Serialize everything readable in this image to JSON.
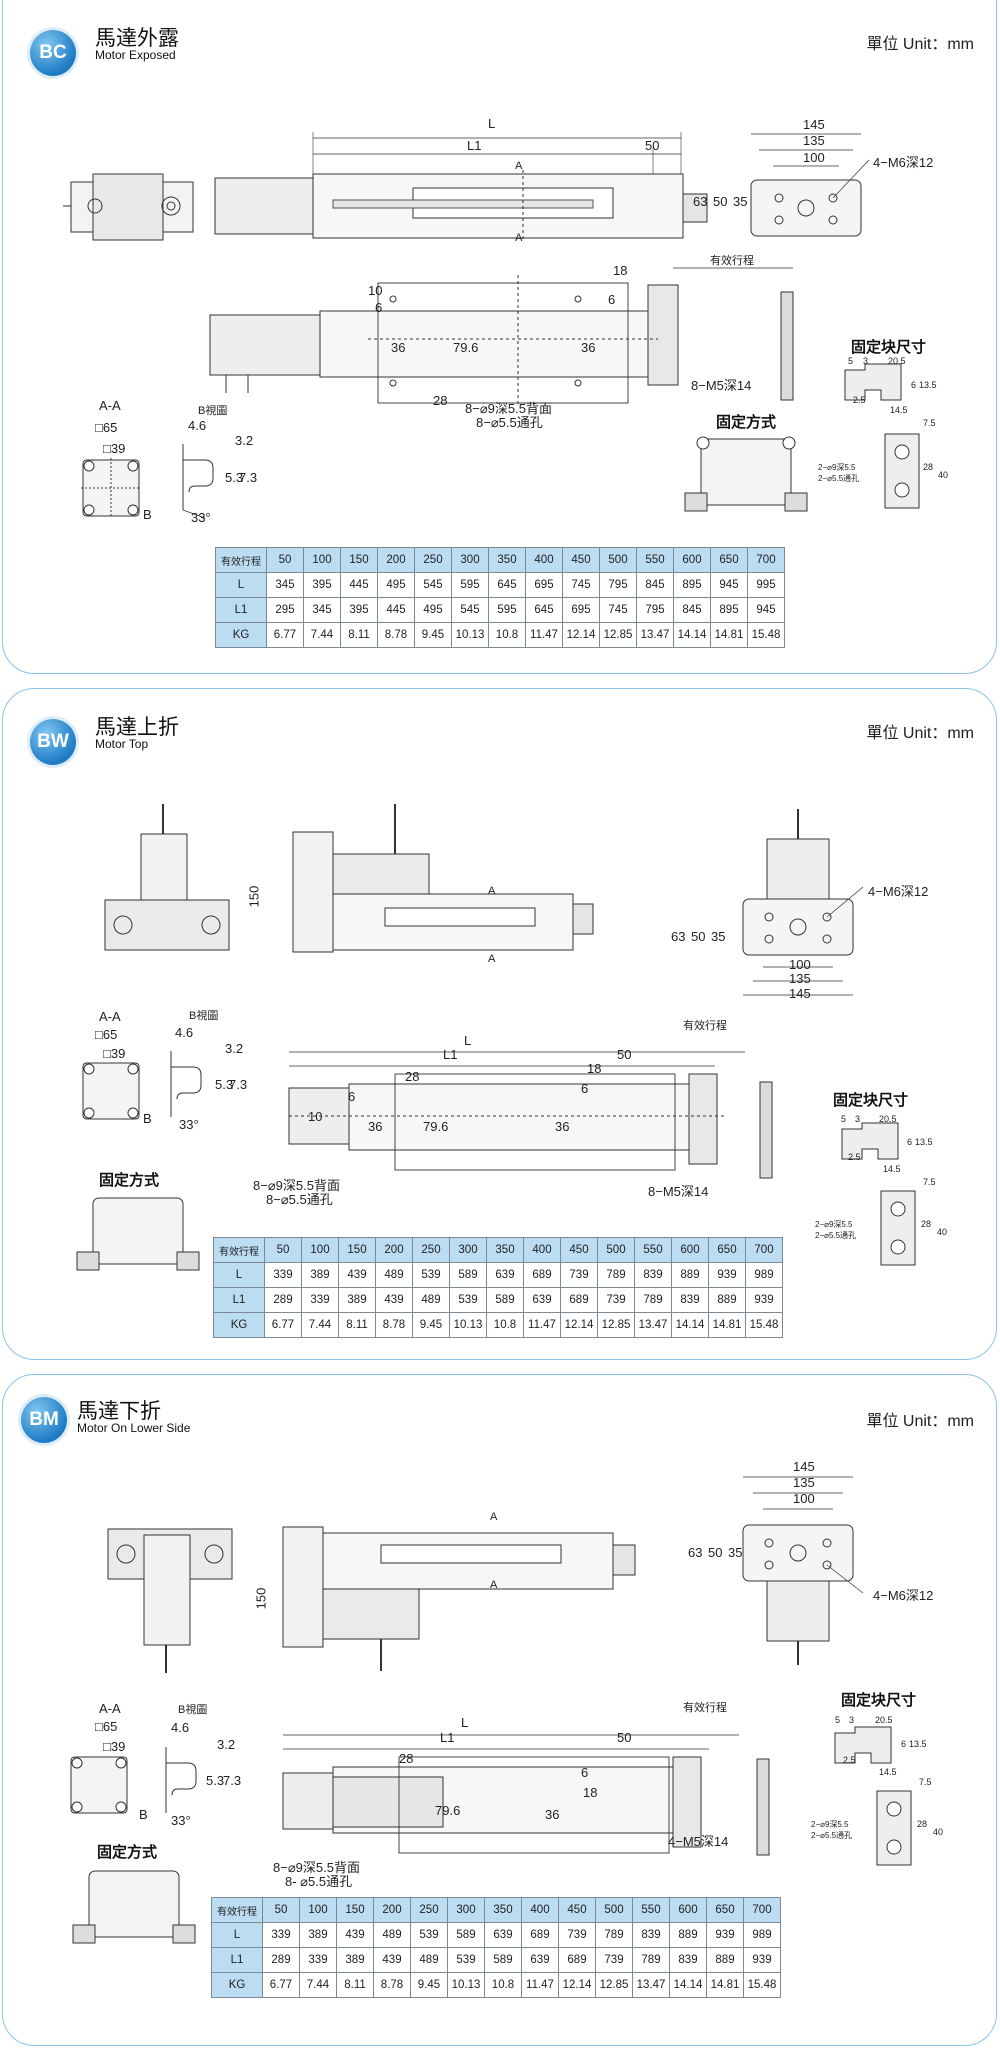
{
  "sections": [
    {
      "badge": "BC",
      "title": "馬達外露",
      "subtitle": "Motor Exposed",
      "unit": "單位 Unit：mm",
      "labels": {
        "dim_L": "L",
        "dim_L1": "L1",
        "dim_50": "50",
        "dim_145": "145",
        "dim_135": "135",
        "dim_100": "100",
        "dim_63": "63",
        "dim_50b": "50",
        "dim_35": "35",
        "m6": "4−M6深12",
        "effective_stroke": "有效行程",
        "dim_10": "10",
        "dim_6a": "6",
        "dim_18": "18",
        "dim_6b": "6",
        "dim_36a": "36",
        "dim_79_6": "79.6",
        "dim_36b": "36",
        "dim_28": "28",
        "m5": "8−M5深14",
        "hole_counterbore": "8−⌀9深5.5背面",
        "hole_through": "8−⌀5.5通孔",
        "section_aa": "A-A",
        "sq65": "□65",
        "sq39": "□39",
        "view_b": "B視圖",
        "dim_4_6": "4.6",
        "dim_3_2": "3.2",
        "dim_5_3": "5.3",
        "dim_7_3": "7.3",
        "dim_33": "33°",
        "b_mark": "B",
        "fixing_method": "固定方式",
        "block_dims": "固定块尺寸",
        "blk_5": "5",
        "blk_3": "3",
        "blk_20_5": "20.5",
        "blk_2_5": "2.5",
        "blk_14_5": "14.5",
        "blk_13_5": "13.5",
        "blk_6": "6",
        "blk_7_5": "7.5",
        "blk_h1": "2−⌀9深5.5",
        "blk_h2": "2−⌀5.5通孔",
        "blk_28": "28",
        "blk_40": "40",
        "a_top": "A",
        "a_bot": "A"
      },
      "table": {
        "header": "有效行程",
        "strokes": [
          "50",
          "100",
          "150",
          "200",
          "250",
          "300",
          "350",
          "400",
          "450",
          "500",
          "550",
          "600",
          "650",
          "700"
        ],
        "rows": [
          {
            "label": "L",
            "values": [
              "345",
              "395",
              "445",
              "495",
              "545",
              "595",
              "645",
              "695",
              "745",
              "795",
              "845",
              "895",
              "945",
              "995"
            ]
          },
          {
            "label": "L1",
            "values": [
              "295",
              "345",
              "395",
              "445",
              "495",
              "545",
              "595",
              "645",
              "695",
              "745",
              "795",
              "845",
              "895",
              "945"
            ]
          },
          {
            "label": "KG",
            "values": [
              "6.77",
              "7.44",
              "8.11",
              "8.78",
              "9.45",
              "10.13",
              "10.8",
              "11.47",
              "12.14",
              "12.85",
              "13.47",
              "14.14",
              "14.81",
              "15.48"
            ]
          }
        ]
      }
    },
    {
      "badge": "BW",
      "title": "馬達上折",
      "subtitle": "Motor Top",
      "unit": "單位 Unit：mm",
      "labels": {
        "dim_150": "150",
        "dim_L": "L",
        "dim_L1": "L1",
        "dim_50": "50",
        "dim_145": "145",
        "dim_135": "135",
        "dim_100": "100",
        "dim_63": "63",
        "dim_50b": "50",
        "dim_35": "35",
        "m6": "4−M6深12",
        "effective_stroke": "有效行程",
        "dim_28": "28",
        "dim_6a": "6",
        "dim_10": "10",
        "dim_36a": "36",
        "dim_79_6": "79.6",
        "dim_18": "18",
        "dim_6b": "6",
        "dim_36b": "36",
        "m5": "8−M5深14",
        "hole_counterbore": "8−⌀9深5.5背面",
        "hole_through": "8−⌀5.5通孔",
        "section_aa": "A-A",
        "sq65": "□65",
        "sq39": "□39",
        "view_b": "B視圖",
        "dim_4_6": "4.6",
        "dim_3_2": "3.2",
        "dim_5_3": "5.3",
        "dim_7_3": "7.3",
        "dim_33": "33°",
        "b_mark": "B",
        "fixing_method": "固定方式",
        "block_dims": "固定块尺寸",
        "blk_5": "5",
        "blk_3": "3",
        "blk_20_5": "20.5",
        "blk_2_5": "2.5",
        "blk_14_5": "14.5",
        "blk_13_5": "13.5",
        "blk_6": "6",
        "blk_7_5": "7.5",
        "blk_h1": "2−⌀9深5.5",
        "blk_h2": "2−⌀5.5通孔",
        "blk_28": "28",
        "blk_40": "40",
        "a_top": "A",
        "a_bot": "A"
      },
      "table": {
        "header": "有效行程",
        "strokes": [
          "50",
          "100",
          "150",
          "200",
          "250",
          "300",
          "350",
          "400",
          "450",
          "500",
          "550",
          "600",
          "650",
          "700"
        ],
        "rows": [
          {
            "label": "L",
            "values": [
              "339",
              "389",
              "439",
              "489",
              "539",
              "589",
              "639",
              "689",
              "739",
              "789",
              "839",
              "889",
              "939",
              "989"
            ]
          },
          {
            "label": "L1",
            "values": [
              "289",
              "339",
              "389",
              "439",
              "489",
              "539",
              "589",
              "639",
              "689",
              "739",
              "789",
              "839",
              "889",
              "939"
            ]
          },
          {
            "label": "KG",
            "values": [
              "6.77",
              "7.44",
              "8.11",
              "8.78",
              "9.45",
              "10.13",
              "10.8",
              "11.47",
              "12.14",
              "12.85",
              "13.47",
              "14.14",
              "14.81",
              "15.48"
            ]
          }
        ]
      }
    },
    {
      "badge": "BM",
      "title": "馬達下折",
      "subtitle": "Motor On Lower Side",
      "unit": "單位 Unit：mm",
      "labels": {
        "dim_150": "150",
        "dim_L": "L",
        "dim_L1": "L1",
        "dim_50": "50",
        "dim_145": "145",
        "dim_135": "135",
        "dim_100": "100",
        "dim_63": "63",
        "dim_50b": "50",
        "dim_35": "35",
        "m6": "4−M6深12",
        "effective_stroke": "有效行程",
        "dim_28": "28",
        "dim_6b": "6",
        "dim_79_6": "79.6",
        "dim_36b": "36",
        "dim_18": "18",
        "m5": "4−M5深14",
        "hole_counterbore": "8−⌀9深5.5背面",
        "hole_through": "8- ⌀5.5通孔",
        "section_aa": "A-A",
        "sq65": "□65",
        "sq39": "□39",
        "view_b": "B視圖",
        "dim_4_6": "4.6",
        "dim_3_2": "3.2",
        "dim_5_3": "5.3",
        "dim_7_3": "7.3",
        "dim_33": "33°",
        "b_mark": "B",
        "fixing_method": "固定方式",
        "block_dims": "固定块尺寸",
        "blk_5": "5",
        "blk_3": "3",
        "blk_20_5": "20.5",
        "blk_2_5": "2.5",
        "blk_14_5": "14.5",
        "blk_13_5": "13.5",
        "blk_6": "6",
        "blk_7_5": "7.5",
        "blk_h1": "2−⌀9深5.5",
        "blk_h2": "2−⌀5.5通孔",
        "blk_28": "28",
        "blk_40": "40",
        "a_top": "A",
        "a_bot": "A"
      },
      "table": {
        "header": "有效行程",
        "strokes": [
          "50",
          "100",
          "150",
          "200",
          "250",
          "300",
          "350",
          "400",
          "450",
          "500",
          "550",
          "600",
          "650",
          "700"
        ],
        "rows": [
          {
            "label": "L",
            "values": [
              "339",
              "389",
              "439",
              "489",
              "539",
              "589",
              "639",
              "689",
              "739",
              "789",
              "839",
              "889",
              "939",
              "989"
            ]
          },
          {
            "label": "L1",
            "values": [
              "289",
              "339",
              "389",
              "439",
              "489",
              "539",
              "589",
              "639",
              "689",
              "739",
              "789",
              "839",
              "889",
              "939"
            ]
          },
          {
            "label": "KG",
            "values": [
              "6.77",
              "7.44",
              "8.11",
              "8.78",
              "9.45",
              "10.13",
              "10.8",
              "11.47",
              "12.14",
              "12.85",
              "13.47",
              "14.14",
              "14.81",
              "15.48"
            ]
          }
        ]
      }
    }
  ]
}
